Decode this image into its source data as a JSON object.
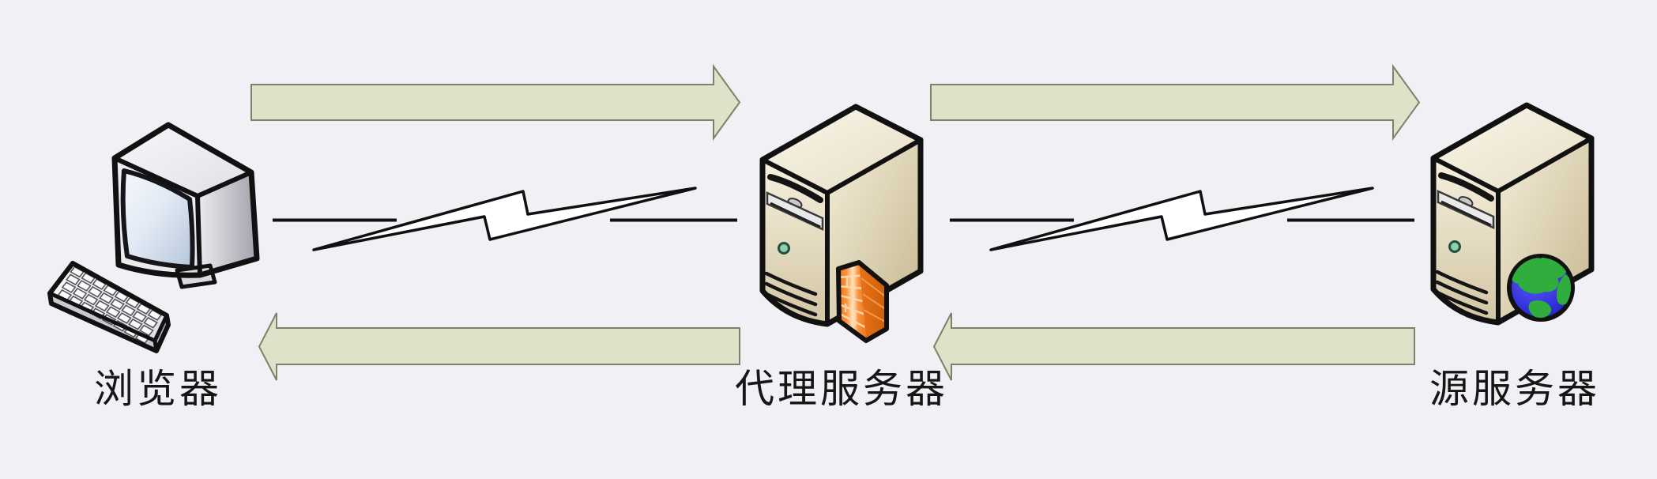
{
  "diagram": {
    "background_color": "#f1f0f5",
    "nodes": [
      {
        "id": "browser",
        "label": "浏览器",
        "icon": "desktop-computer-icon"
      },
      {
        "id": "proxy",
        "label": "代理服务器",
        "icon": "proxy-server-icon"
      },
      {
        "id": "origin",
        "label": "源服务器",
        "icon": "origin-server-icon"
      }
    ],
    "flows": {
      "top_row": [
        {
          "from": "浏览器",
          "to": "代理服务器",
          "direction": "right"
        },
        {
          "from": "代理服务器",
          "to": "源服务器",
          "direction": "right"
        }
      ],
      "bottom_row": [
        {
          "from": "代理服务器",
          "to": "浏览器",
          "direction": "left"
        },
        {
          "from": "源服务器",
          "to": "代理服务器",
          "direction": "left"
        }
      ]
    },
    "links": [
      {
        "between": [
          "浏览器",
          "代理服务器"
        ],
        "style": "lightning-bolt"
      },
      {
        "between": [
          "代理服务器",
          "源服务器"
        ],
        "style": "lightning-bolt"
      }
    ],
    "colors": {
      "arrow_fill": "#dde3c9",
      "arrow_stroke": "#7e8169",
      "bolt_fill": "#ffffff",
      "line_color": "#111111",
      "firewall_orange": "#f2791d",
      "globe_ocean": "#2a2ad0",
      "globe_land": "#2fae3e",
      "server_beige": "#e9dfc5",
      "screen_blue": "#ccd9e8",
      "led_green": "#8ed0ae"
    }
  }
}
